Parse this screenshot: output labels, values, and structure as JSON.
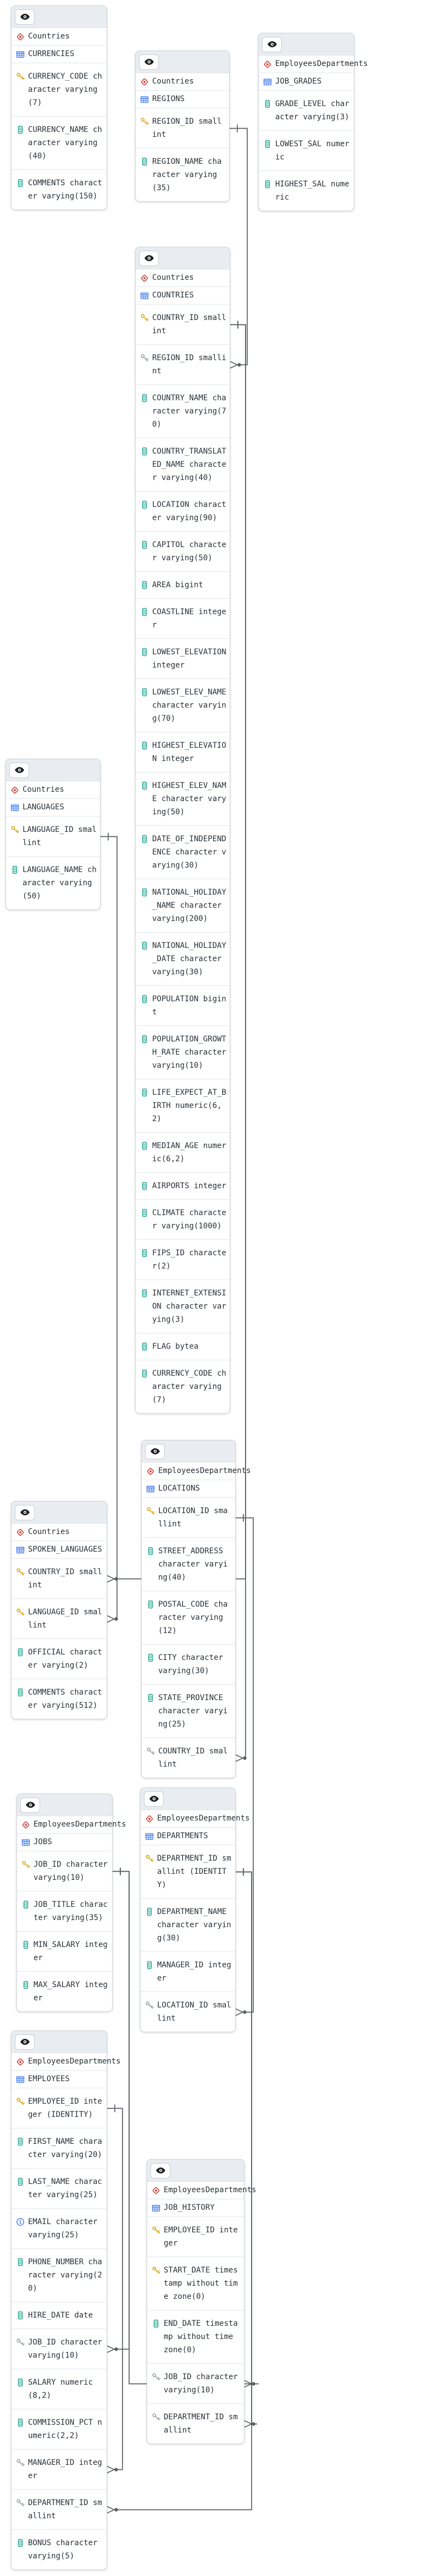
{
  "diagram": {
    "tables": [
      {
        "id": "CURRENCIES",
        "schema": "Countries",
        "name": "CURRENCIES",
        "fields": [
          {
            "icon": "primary-key",
            "text": "CURRENCY_CODE character varying(7)"
          },
          {
            "icon": "column",
            "text": "CURRENCY_NAME character varying(40)"
          },
          {
            "icon": "column",
            "text": "COMMENTS character varying(150)"
          }
        ]
      },
      {
        "id": "REGIONS",
        "schema": "Countries",
        "name": "REGIONS",
        "fields": [
          {
            "icon": "primary-key",
            "text": "REGION_ID smallint"
          },
          {
            "icon": "column",
            "text": "REGION_NAME character varying(35)"
          }
        ]
      },
      {
        "id": "JOB_GRADES",
        "schema": "EmployeesDepartments",
        "name": "JOB_GRADES",
        "fields": [
          {
            "icon": "column",
            "text": "GRADE_LEVEL character varying(3)"
          },
          {
            "icon": "column",
            "text": "LOWEST_SAL numeric"
          },
          {
            "icon": "column",
            "text": "HIGHEST_SAL numeric"
          }
        ]
      },
      {
        "id": "COUNTRIES",
        "schema": "Countries",
        "name": "COUNTRIES",
        "fields": [
          {
            "icon": "primary-key",
            "text": "COUNTRY_ID smallint"
          },
          {
            "icon": "foreign-key",
            "text": "REGION_ID smallint"
          },
          {
            "icon": "column",
            "text": "COUNTRY_NAME character varying(70)"
          },
          {
            "icon": "column",
            "text": "COUNTRY_TRANSLATED_NAME character varying(40)"
          },
          {
            "icon": "column",
            "text": "LOCATION character varying(90)"
          },
          {
            "icon": "column",
            "text": "CAPITOL character varying(50)"
          },
          {
            "icon": "column",
            "text": "AREA bigint"
          },
          {
            "icon": "column",
            "text": "COASTLINE integer"
          },
          {
            "icon": "column",
            "text": "LOWEST_ELEVATION integer"
          },
          {
            "icon": "column",
            "text": "LOWEST_ELEV_NAME character varying(70)"
          },
          {
            "icon": "column",
            "text": "HIGHEST_ELEVATION integer"
          },
          {
            "icon": "column",
            "text": "HIGHEST_ELEV_NAME character varying(50)"
          },
          {
            "icon": "column",
            "text": "DATE_OF_INDEPENDENCE character varying(30)"
          },
          {
            "icon": "column",
            "text": "NATIONAL_HOLIDAY_NAME character varying(200)"
          },
          {
            "icon": "column",
            "text": "NATIONAL_HOLIDAY_DATE character varying(30)"
          },
          {
            "icon": "column",
            "text": "POPULATION bigint"
          },
          {
            "icon": "column",
            "text": "POPULATION_GROWTH_RATE character varying(10)"
          },
          {
            "icon": "column",
            "text": "LIFE_EXPECT_AT_BIRTH numeric(6,2)"
          },
          {
            "icon": "column",
            "text": "MEDIAN_AGE numeric(6,2)"
          },
          {
            "icon": "column",
            "text": "AIRPORTS integer"
          },
          {
            "icon": "column",
            "text": "CLIMATE character varying(1000)"
          },
          {
            "icon": "column",
            "text": "FIPS_ID character(2)"
          },
          {
            "icon": "column",
            "text": "INTERNET_EXTENSION character varying(3)"
          },
          {
            "icon": "column",
            "text": "FLAG bytea"
          },
          {
            "icon": "column",
            "text": "CURRENCY_CODE character varying(7)"
          }
        ]
      },
      {
        "id": "LANGUAGES",
        "schema": "Countries",
        "name": "LANGUAGES",
        "fields": [
          {
            "icon": "primary-key",
            "text": "LANGUAGE_ID smallint"
          },
          {
            "icon": "column",
            "text": "LANGUAGE_NAME character varying(50)"
          }
        ]
      },
      {
        "id": "LOCATIONS",
        "schema": "EmployeesDepartments",
        "name": "LOCATIONS",
        "fields": [
          {
            "icon": "primary-key",
            "text": "LOCATION_ID smallint"
          },
          {
            "icon": "column",
            "text": "STREET_ADDRESS character varying(40)"
          },
          {
            "icon": "column",
            "text": "POSTAL_CODE character varying(12)"
          },
          {
            "icon": "column",
            "text": "CITY character varying(30)"
          },
          {
            "icon": "column",
            "text": "STATE_PROVINCE character varying(25)"
          },
          {
            "icon": "foreign-key",
            "text": "COUNTRY_ID smallint"
          }
        ]
      },
      {
        "id": "SPOKEN_LANGUAGES",
        "schema": "Countries",
        "name": "SPOKEN_LANGUAGES",
        "fields": [
          {
            "icon": "primary-key",
            "text": "COUNTRY_ID smallint"
          },
          {
            "icon": "primary-key",
            "text": "LANGUAGE_ID smallint"
          },
          {
            "icon": "column",
            "text": "OFFICIAL character varying(2)"
          },
          {
            "icon": "column",
            "text": "COMMENTS character varying(512)"
          }
        ]
      },
      {
        "id": "JOBS",
        "schema": "EmployeesDepartments",
        "name": "JOBS",
        "fields": [
          {
            "icon": "primary-key",
            "text": "JOB_ID character varying(10)"
          },
          {
            "icon": "column",
            "text": "JOB_TITLE character varying(35)"
          },
          {
            "icon": "column",
            "text": "MIN_SALARY integer"
          },
          {
            "icon": "column",
            "text": "MAX_SALARY integer"
          }
        ]
      },
      {
        "id": "DEPARTMENTS",
        "schema": "EmployeesDepartments",
        "name": "DEPARTMENTS",
        "fields": [
          {
            "icon": "primary-key",
            "text": "DEPARTMENT_ID smallint (IDENTITY)"
          },
          {
            "icon": "column",
            "text": "DEPARTMENT_NAME character varying(30)"
          },
          {
            "icon": "column",
            "text": "MANAGER_ID integer"
          },
          {
            "icon": "foreign-key",
            "text": "LOCATION_ID smallint"
          }
        ]
      },
      {
        "id": "EMPLOYEES",
        "schema": "EmployeesDepartments",
        "name": "EMPLOYEES",
        "fields": [
          {
            "icon": "primary-key",
            "text": "EMPLOYEE_ID integer (IDENTITY)"
          },
          {
            "icon": "column",
            "text": "FIRST_NAME character varying(20)"
          },
          {
            "icon": "column",
            "text": "LAST_NAME character varying(25)"
          },
          {
            "icon": "unique",
            "text": "EMAIL character varying(25)"
          },
          {
            "icon": "column",
            "text": "PHONE_NUMBER character varying(20)"
          },
          {
            "icon": "column",
            "text": "HIRE_DATE date"
          },
          {
            "icon": "foreign-key",
            "text": "JOB_ID character varying(10)"
          },
          {
            "icon": "column",
            "text": "SALARY numeric(8,2)"
          },
          {
            "icon": "column",
            "text": "COMMISSION_PCT numeric(2,2)"
          },
          {
            "icon": "foreign-key",
            "text": "MANAGER_ID integer"
          },
          {
            "icon": "foreign-key",
            "text": "DEPARTMENT_ID smallint"
          },
          {
            "icon": "column",
            "text": "BONUS character varying(5)"
          }
        ]
      },
      {
        "id": "JOB_HISTORY",
        "schema": "EmployeesDepartments",
        "name": "JOB_HISTORY",
        "fields": [
          {
            "icon": "primary-key",
            "text": "EMPLOYEE_ID integer"
          },
          {
            "icon": "primary-key",
            "text": "START_DATE timestamp without time zone(0)"
          },
          {
            "icon": "column",
            "text": "END_DATE timestamp without time zone(0)"
          },
          {
            "icon": "foreign-key",
            "text": "JOB_ID character varying(10)"
          },
          {
            "icon": "foreign-key",
            "text": "DEPARTMENT_ID smallint"
          }
        ]
      }
    ],
    "relationships": [
      {
        "one": {
          "table": "REGIONS",
          "field": "REGION_ID"
        },
        "many": {
          "table": "COUNTRIES",
          "field": "REGION_ID"
        },
        "cardinality": "one-to-many"
      },
      {
        "one": {
          "table": "COUNTRIES",
          "field": "COUNTRY_ID"
        },
        "many": {
          "table": "LOCATIONS",
          "field": "COUNTRY_ID"
        },
        "cardinality": "one-to-many"
      },
      {
        "one": {
          "table": "COUNTRIES",
          "field": "COUNTRY_ID"
        },
        "many": {
          "table": "SPOKEN_LANGUAGES",
          "field": "COUNTRY_ID"
        },
        "cardinality": "one-to-many"
      },
      {
        "one": {
          "table": "LANGUAGES",
          "field": "LANGUAGE_ID"
        },
        "many": {
          "table": "SPOKEN_LANGUAGES",
          "field": "LANGUAGE_ID"
        },
        "cardinality": "one-to-many"
      },
      {
        "one": {
          "table": "LOCATIONS",
          "field": "LOCATION_ID"
        },
        "many": {
          "table": "DEPARTMENTS",
          "field": "LOCATION_ID"
        },
        "cardinality": "one-to-many"
      },
      {
        "one": {
          "table": "DEPARTMENTS",
          "field": "DEPARTMENT_ID"
        },
        "many": {
          "table": "JOB_HISTORY",
          "field": "DEPARTMENT_ID"
        },
        "cardinality": "one-to-many"
      },
      {
        "one": {
          "table": "DEPARTMENTS",
          "field": "DEPARTMENT_ID"
        },
        "many": {
          "table": "EMPLOYEES",
          "field": "DEPARTMENT_ID"
        },
        "cardinality": "one-to-many"
      },
      {
        "one": {
          "table": "JOBS",
          "field": "JOB_ID"
        },
        "many": {
          "table": "EMPLOYEES",
          "field": "JOB_ID"
        },
        "cardinality": "one-to-many"
      },
      {
        "one": {
          "table": "JOBS",
          "field": "JOB_ID"
        },
        "many": {
          "table": "JOB_HISTORY",
          "field": "JOB_ID"
        },
        "cardinality": "one-to-many"
      },
      {
        "one": {
          "table": "EMPLOYEES",
          "field": "EMPLOYEE_ID"
        },
        "many": {
          "table": "EMPLOYEES",
          "field": "MANAGER_ID"
        },
        "cardinality": "one-to-many"
      }
    ],
    "icons": {
      "primary-key": "#dfa612",
      "foreign-key": "#9aa1a8",
      "column": "#2aa895",
      "unique": "#4e80ee",
      "schema-diamond": "#cc3b33",
      "table-grid": "#4e80ee",
      "eye": "#1b1f23"
    },
    "colors": {
      "connector": "#5b5f63",
      "card_border": "#d0d5d9",
      "header_bg": "#e9edf1",
      "row_divider": "#e4e7ea",
      "text": "#2b3137"
    }
  }
}
